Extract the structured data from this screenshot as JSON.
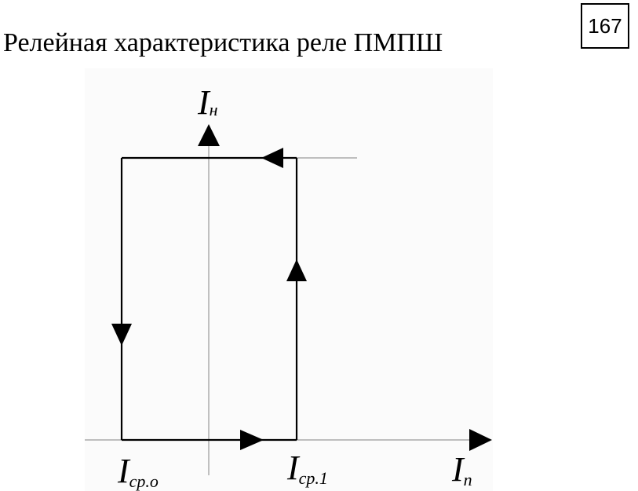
{
  "title": "Релейная характеристика реле ПМПШ",
  "page_number": "167",
  "diagram": {
    "y_axis_label": {
      "main": "I",
      "sub": "н"
    },
    "x_axis_label": {
      "main": "I",
      "sub": "п"
    },
    "threshold_left_label": {
      "main": "I",
      "sub": "ср.о"
    },
    "threshold_right_label": {
      "main": "I",
      "sub": "ср.1"
    },
    "colors": {
      "axis": "#9a9a9a",
      "loop": "#000000",
      "background": "#fbfbfb"
    }
  }
}
